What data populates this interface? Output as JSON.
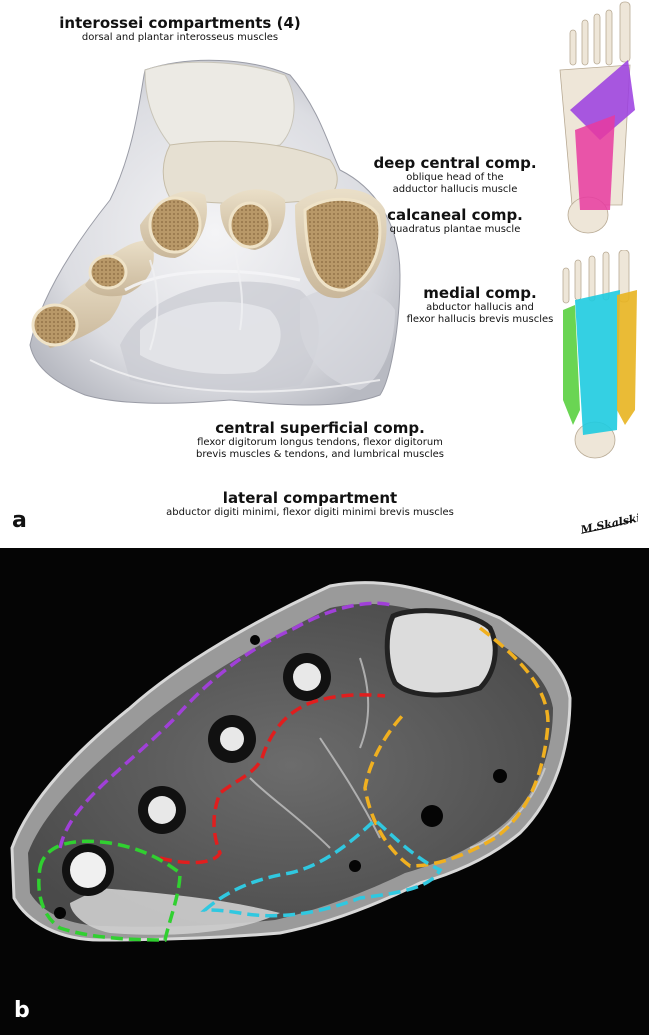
{
  "panel_a": {
    "letter": "a",
    "labels": {
      "interossei": {
        "title": "interossei compartments (4)",
        "subtitle": "dorsal and plantar interosseus muscles"
      },
      "deep_central": {
        "title": "deep central comp.",
        "subtitle_1": "oblique head of the",
        "subtitle_2": "adductor hallucis muscle"
      },
      "calcaneal": {
        "title": "calcaneal comp.",
        "subtitle": "quadratus plantae muscle"
      },
      "medial": {
        "title": "medial comp.",
        "subtitle_1": "abductor hallucis and",
        "subtitle_2": "flexor hallucis brevis muscles"
      },
      "central_superficial": {
        "title": "central superficial comp.",
        "subtitle_1": "flexor digitorum longus tendons, flexor digitorum",
        "subtitle_2": "brevis muscles & tendons, and lumbrical muscles"
      },
      "lateral": {
        "title": "lateral compartment",
        "subtitle": "abductor digiti minimi, flexor digiti minimi brevis muscles"
      }
    },
    "signature": "M.Skalski"
  },
  "panel_b": {
    "letter": "b"
  },
  "colors": {
    "interossei": "#a040d8",
    "deep_central": "#e01e1e",
    "calcaneal": "#ffffff",
    "medial": "#f0b020",
    "central_superficial": "#30c8e0",
    "lateral": "#30d030",
    "deep_central_3d": "#e83aa0",
    "interossei_3d": "#9a3ce0"
  }
}
